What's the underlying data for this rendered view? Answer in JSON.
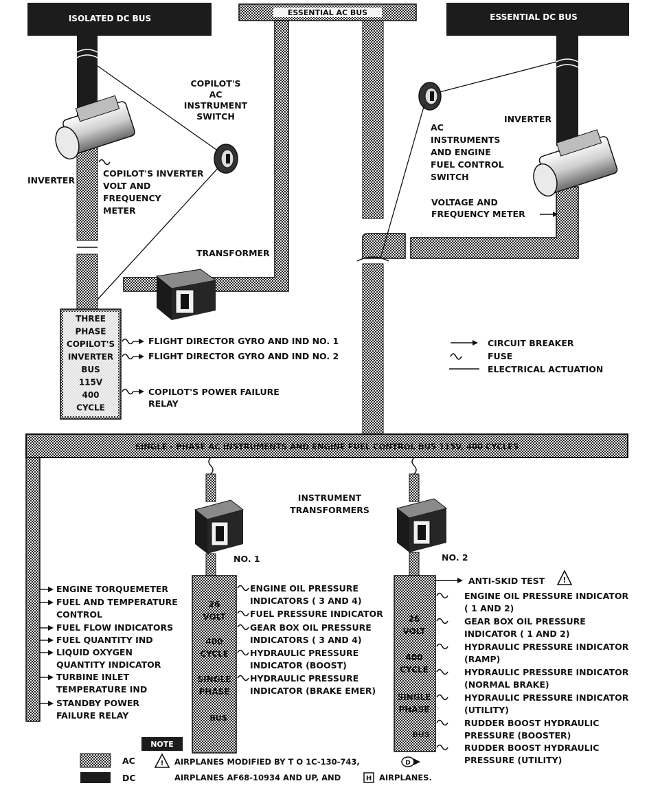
{
  "headers": {
    "isolated_dc_bus": "ISOLATED DC BUS",
    "essential_ac_bus": "ESSENTIAL AC BUS",
    "essential_dc_bus": "ESSENTIAL DC BUS"
  },
  "left_top": {
    "inverter": "INVERTER",
    "copilot_switch": [
      "COPILOT'S",
      "AC",
      "INSTRUMENT",
      "SWITCH"
    ],
    "copilot_meter": [
      "COPILOT'S INVERTER",
      "VOLT AND",
      "FREQUENCY",
      "METER"
    ],
    "transformer": "TRANSFORMER",
    "three_phase_bus": [
      "THREE",
      "PHASE",
      "COPILOT'S",
      "INVERTER",
      "BUS",
      "115V",
      "400",
      "CYCLE"
    ],
    "outputs": [
      "FLIGHT DIRECTOR GYRO AND IND NO. 1",
      "FLIGHT DIRECTOR GYRO AND IND NO. 2"
    ],
    "power_failure_relay": [
      "COPILOT'S POWER FAILURE",
      "RELAY"
    ]
  },
  "right_top": {
    "switch": [
      "AC",
      "INSTRUMENTS",
      "AND ENGINE",
      "FUEL CONTROL",
      "SWITCH"
    ],
    "inverter": "INVERTER",
    "meter": [
      "VOLTAGE AND",
      "FREQUENCY METER"
    ]
  },
  "legend_symbols": {
    "circuit_breaker": "CIRCUIT BREAKER",
    "fuse": "FUSE",
    "electrical_actuation": "ELECTRICAL ACTUATION"
  },
  "single_phase_bus": "SINGLE - PHASE AC INSTRUMENTS AND ENGINE FUEL CONTROL BUS 115V, 400 CYCLES",
  "instrument_transformers": [
    "INSTRUMENT",
    "TRANSFORMERS"
  ],
  "no1": "NO. 1",
  "no2": "NO. 2",
  "left_column": [
    [
      "ENGINE TORQUEMETER"
    ],
    [
      "FUEL AND TEMPERATURE",
      "CONTROL"
    ],
    [
      "FUEL FLOW INDICATORS"
    ],
    [
      "FUEL QUANTITY IND"
    ],
    [
      "LIQUID OXYGEN",
      "QUANTITY INDICATOR"
    ],
    [
      "TURBINE INLET",
      "TEMPERATURE IND"
    ],
    [
      "STANDBY POWER",
      "FAILURE RELAY"
    ]
  ],
  "bus_26v": [
    "26",
    "VOLT",
    "400",
    "CYCLE",
    "SINGLE",
    "PHASE",
    "BUS"
  ],
  "middle_column": [
    [
      "ENGINE OIL PRESSURE",
      "INDICATORS ( 3 AND 4)"
    ],
    [
      "FUEL PRESSURE INDICATOR"
    ],
    [
      "GEAR BOX OIL PRESSURE",
      "INDICATORS ( 3 AND 4)"
    ],
    [
      "HYDRAULIC PRESSURE",
      "INDICATOR (BOOST)"
    ],
    [
      "HYDRAULIC PRESSURE",
      "INDICATOR (BRAKE EMER)"
    ]
  ],
  "anti_skid": "ANTI-SKID TEST",
  "right_column": [
    [
      "ENGINE OIL PRESSURE INDICATOR",
      "( 1 AND 2)"
    ],
    [
      "GEAR BOX OIL PRESSURE",
      "INDICATOR ( 1 AND 2)"
    ],
    [
      "HYDRAULIC PRESSURE INDICATOR",
      "(RAMP)"
    ],
    [
      "HYDRAULIC PRESSURE INDICATOR",
      "(NORMAL BRAKE)"
    ],
    [
      "HYDRAULIC PRESSURE INDICATOR",
      "(UTILITY)"
    ],
    [
      "RUDDER BOOST HYDRAULIC",
      "PRESSURE (BOOSTER)"
    ],
    [
      "RUDDER BOOST HYDRAULIC",
      "PRESSURE (UTILITY)"
    ]
  ],
  "note": {
    "label": "NOTE",
    "ac": "AC",
    "dc": "DC",
    "line1": "AIRPLANES MODIFIED BY T O  1C-130-743,",
    "line2": "AIRPLANES AF68-10934 AND UP, AND",
    "icon_d": "D",
    "icon_h": "H"
  }
}
